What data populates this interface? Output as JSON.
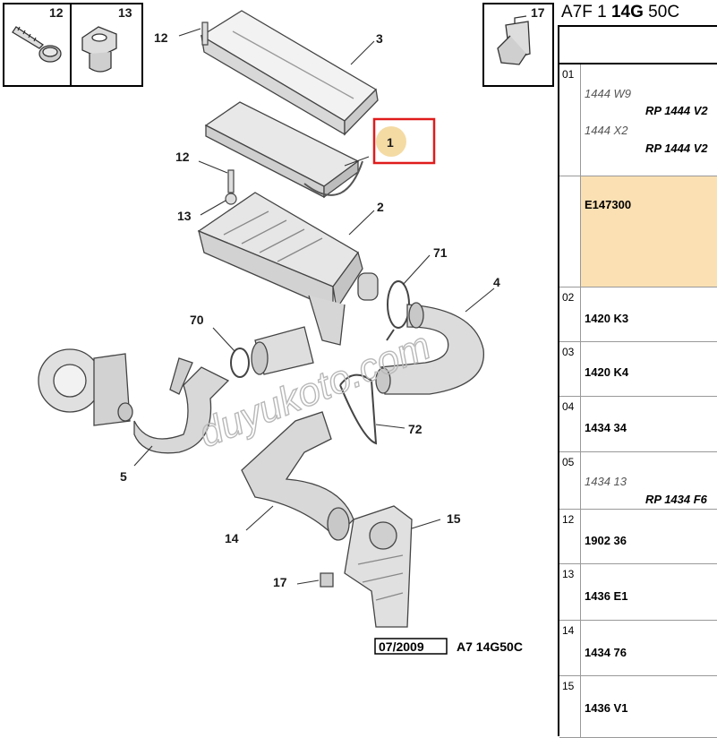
{
  "header": {
    "part1": "A7F 1 ",
    "part2": "14G",
    "part3": " 50C"
  },
  "rows": [
    {
      "num": "01",
      "items": [
        {
          "text": "1444 W9",
          "style": "italic"
        },
        {
          "text": "RP 1444 V2",
          "style": "rp"
        },
        {
          "text": "1444 X2",
          "style": "italic"
        },
        {
          "text": "RP 1444 V2",
          "style": "rp"
        }
      ]
    },
    {
      "num": "",
      "items": [
        {
          "text": "E147300",
          "style": "bold"
        }
      ],
      "highlight": "#fbe0b3"
    },
    {
      "num": "02",
      "items": [
        {
          "text": "1420 K3",
          "style": "bold"
        }
      ]
    },
    {
      "num": "03",
      "items": [
        {
          "text": "1420 K4",
          "style": "bold"
        }
      ]
    },
    {
      "num": "04",
      "items": [
        {
          "text": "1434 34",
          "style": "bold"
        }
      ]
    },
    {
      "num": "05",
      "items": [
        {
          "text": "1434 13",
          "style": "italic"
        },
        {
          "text": "RP 1434 F6",
          "style": "rp"
        }
      ]
    },
    {
      "num": "12",
      "items": [
        {
          "text": "1902 36",
          "style": "bold"
        }
      ]
    },
    {
      "num": "13",
      "items": [
        {
          "text": "1436 E1",
          "style": "bold"
        }
      ]
    },
    {
      "num": "14",
      "items": [
        {
          "text": "1434 76",
          "style": "bold"
        }
      ]
    },
    {
      "num": "15",
      "items": [
        {
          "text": "1436 V1",
          "style": "bold"
        }
      ]
    }
  ],
  "diagram": {
    "callouts": [
      "12",
      "13",
      "17",
      "12",
      "3",
      "1",
      "12",
      "13",
      "2",
      "71",
      "4",
      "70",
      "5",
      "72",
      "14",
      "15",
      "17"
    ],
    "footer_date": "07/2009",
    "footer_code": "A7 14G50C",
    "watermark": "duyukoto.com"
  }
}
